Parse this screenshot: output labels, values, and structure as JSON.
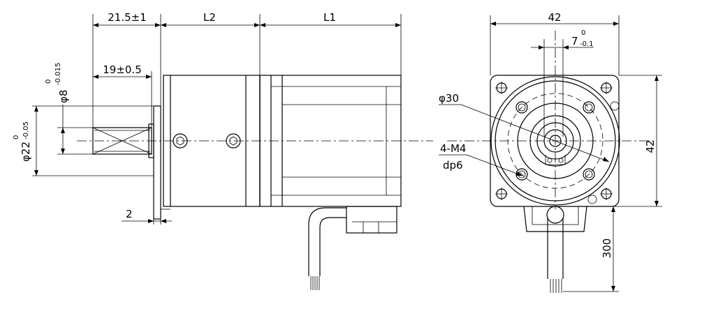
{
  "side_view": {
    "dim_shaft_length": "21.5±1",
    "dim_l2": "L2",
    "dim_l1": "L1",
    "dim_key_length": "19±0.5",
    "dim_shaft_dia_main": "φ8",
    "dim_shaft_dia_tol_upper": "0",
    "dim_shaft_dia_tol_lower": "-0.015",
    "dim_boss_dia_main": "φ22",
    "dim_boss_dia_tol_upper": "0",
    "dim_boss_dia_tol_lower": "-0.05",
    "dim_flange_thickness": "2"
  },
  "front_view": {
    "dim_width": "42",
    "dim_height": "42",
    "dim_key_main": "7",
    "dim_key_tol_upper": "0",
    "dim_key_tol_lower": "-0.1",
    "dim_pcd": "φ30",
    "dim_holes": "4-M4",
    "dim_hole_depth": "dp6",
    "dim_cable_length": "300"
  }
}
